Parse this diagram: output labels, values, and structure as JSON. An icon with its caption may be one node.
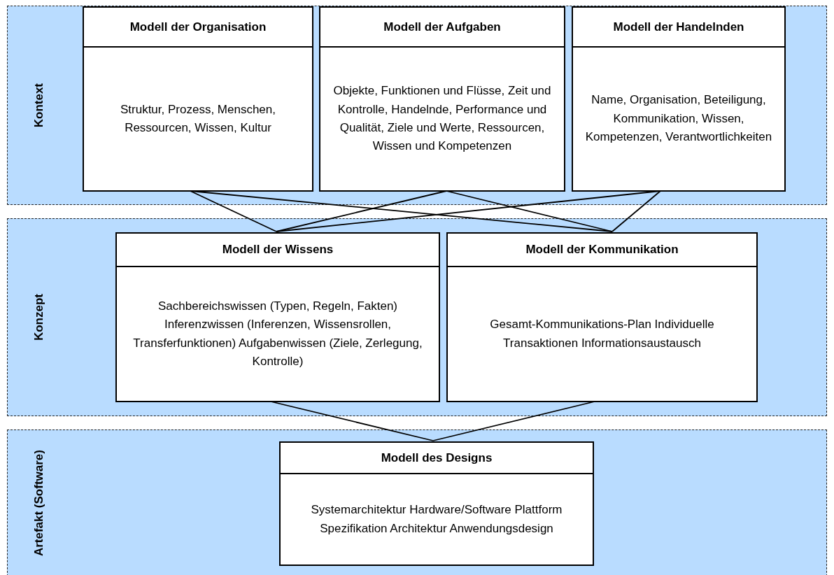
{
  "diagram": {
    "nodes": [
      {
        "text": [
          "Kontext"
        ]
      },
      {
        "text": [
          "Modell der Organisation",
          "Struktur, Prozess, Menschen, Ressourcen, Wissen, Kultur"
        ],
        "in": 0
      },
      {
        "text": [
          "Modell der Aufgaben",
          "Objekte, Funktionen und Flüsse, Zeit und Kontrolle, Handelnde, Performance und Qualität, Ziele und Werte, Ressourcen, Wissen und Kompetenzen"
        ],
        "in": 0
      },
      {
        "text": [
          "Modell der Handelnden",
          "Name, Organisation, Beteiligung, Kommunikation, Wissen, Kompetenzen, Verantwortlichkeiten"
        ],
        "in": 0
      },
      {
        "text": [
          "Konzept"
        ]
      },
      {
        "text": [
          "Modell der Wissens",
          "Sachbereichswissen (Typen, Regeln, Fakten) Inferenzwissen (Inferenzen, Wissensrollen, Transferfunktionen) Aufgabenwissen (Ziele, Zerlegung, Kontrolle)"
        ],
        "in": 4
      },
      {
        "text": [
          "Modell der Kommunikation",
          "Gesamt-Kommunikations-Plan Individuelle Transaktionen Informationsaustausch"
        ],
        "in": 4
      },
      {
        "text": [
          "Artefakt (Software)"
        ]
      },
      {
        "text": [
          "Modell des Designs",
          "Systemarchitektur Hardware/Software Plattform Spezifikation Architektur Anwendungsdesign"
        ],
        "in": 7
      }
    ],
    "edges": [
      {
        "from": 1,
        "to": 5,
        "arrow": "none"
      },
      {
        "from": 1,
        "to": 6,
        "arrow": "none"
      },
      {
        "from": 2,
        "to": 5,
        "arrow": "none"
      },
      {
        "from": 2,
        "to": 6,
        "arrow": "none"
      },
      {
        "from": 3,
        "to": 5,
        "arrow": "none"
      },
      {
        "from": 3,
        "to": 6,
        "arrow": "none"
      },
      {
        "from": 5,
        "to": 8,
        "arrow": "none"
      },
      {
        "from": 6,
        "to": 8,
        "arrow": "none"
      }
    ]
  }
}
